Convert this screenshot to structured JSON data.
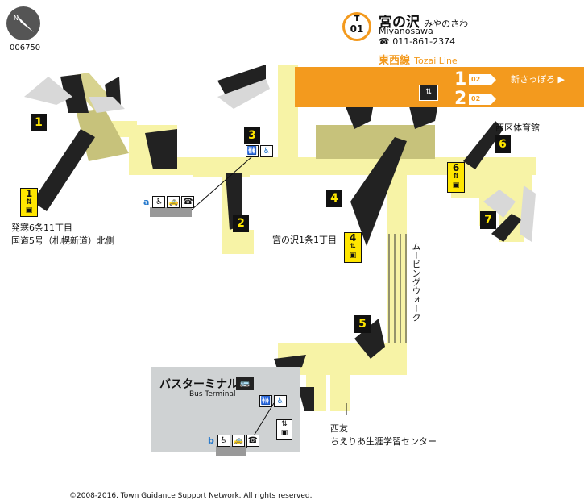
{
  "station": {
    "code_letter": "T",
    "code_number": "01",
    "name_ja": "宮の沢",
    "name_kana": "みやのさわ",
    "name_en": "Miyanosawa",
    "phone": "011-861-2374",
    "line_ja": "東西線",
    "line_en": "Tozai Line",
    "color": "#f39a1e"
  },
  "map_id": "006750",
  "platforms": [
    {
      "number": "1",
      "flag": "02"
    },
    {
      "number": "2",
      "flag": "02"
    }
  ],
  "direction": "新さっぽろ ▶",
  "exits": [
    {
      "number": "1",
      "label": "発寒6条11丁目\n国道5号（札幌新道）北側"
    },
    {
      "number": "2",
      "label": ""
    },
    {
      "number": "3",
      "label": ""
    },
    {
      "number": "4",
      "label": "宮の沢1条1丁目"
    },
    {
      "number": "5",
      "label": ""
    },
    {
      "number": "6",
      "label": "西区体育館"
    },
    {
      "number": "7",
      "label": ""
    }
  ],
  "labels": {
    "exit1_line1": "発寒6条11丁目",
    "exit1_line2": "国道5号（札幌新道）北側",
    "exit4": "宮の沢1条1丁目",
    "exit6": "西区体育館",
    "moving_walk": "ムービングウォーク",
    "bus_terminal_ja": "バスターミナル",
    "bus_terminal_en": "Bus Terminal",
    "nishiyu_line1": "西友",
    "nishiyu_line2": "ちえりあ生涯学習センター",
    "fac_a": "a",
    "fac_b": "b",
    "copyright": "©2008-2016, Town Guidance Support Network. All rights reserved."
  },
  "icons": {
    "compass": "compass-icon",
    "elevator": "elevator-icon",
    "escalator": "escalator-icon",
    "toilet": "toilet-icon",
    "wheelchair": "wheelchair-icon",
    "bus": "bus-icon",
    "phone": "phone-icon"
  }
}
